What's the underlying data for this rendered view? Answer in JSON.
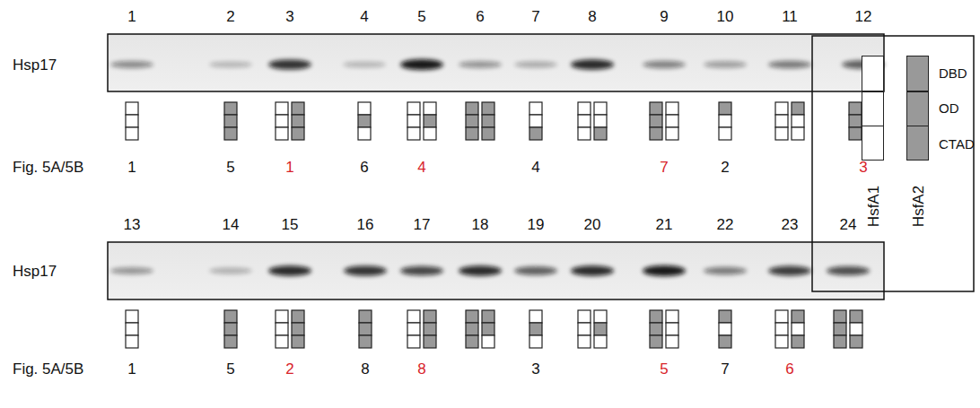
{
  "diagram": {
    "labels": [
      "1",
      "2",
      "3",
      "4",
      "5",
      "6",
      "7",
      "8",
      "9",
      "10",
      "11",
      "12",
      "Hsp17",
      "DBD",
      "OD",
      "CTAD",
      "Fig. 5A/5B",
      "1",
      "5",
      "1",
      "6",
      "4",
      "4",
      "7",
      "2",
      "3",
      "13",
      "14",
      "15",
      "16",
      "17",
      "18",
      "19",
      "20",
      "21",
      "22",
      "23",
      "24",
      "Hsp17",
      "Fig. 5A/5B",
      "1",
      "5",
      "2",
      "8",
      "8",
      "3",
      "5",
      "7",
      "6"
    ],
    "legend": [
      {
        "text": "HsfA1",
        "color": "#ffffff"
      },
      {
        "text": "HsfA2",
        "color": "#999999"
      }
    ]
  }
}
